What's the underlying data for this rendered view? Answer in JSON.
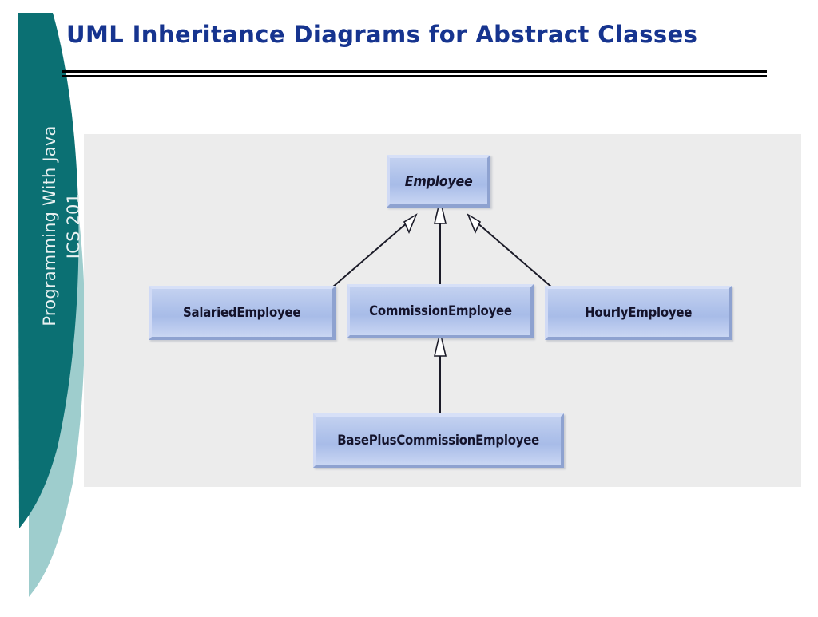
{
  "slide": {
    "title": "UML Inheritance Diagrams for Abstract Classes",
    "course_line1": "Programming With Java",
    "course_line2": "ICS 201"
  },
  "colors": {
    "title_blue": "#16348f",
    "sidebar_dark_teal": "#0b7073",
    "sidebar_light_teal": "#9ecdcd",
    "panel_gray": "#ececec",
    "box_fill": "#aec1ea",
    "box_highlight": "#d7e0f7",
    "box_shadow": "#8ea2d0",
    "line_black": "#1b1b28"
  },
  "diagram": {
    "type": "uml-class-inheritance",
    "classes": [
      {
        "id": "employee",
        "name": "Employee",
        "abstract": true
      },
      {
        "id": "salaried",
        "name": "SalariedEmployee",
        "abstract": false
      },
      {
        "id": "commission",
        "name": "CommissionEmployee",
        "abstract": false
      },
      {
        "id": "hourly",
        "name": "HourlyEmployee",
        "abstract": false
      },
      {
        "id": "baseplus",
        "name": "BasePlusCommissionEmployee",
        "abstract": false
      }
    ],
    "generalizations": [
      {
        "from": "salaried",
        "to": "employee"
      },
      {
        "from": "commission",
        "to": "employee"
      },
      {
        "from": "hourly",
        "to": "employee"
      },
      {
        "from": "baseplus",
        "to": "commission"
      }
    ]
  }
}
